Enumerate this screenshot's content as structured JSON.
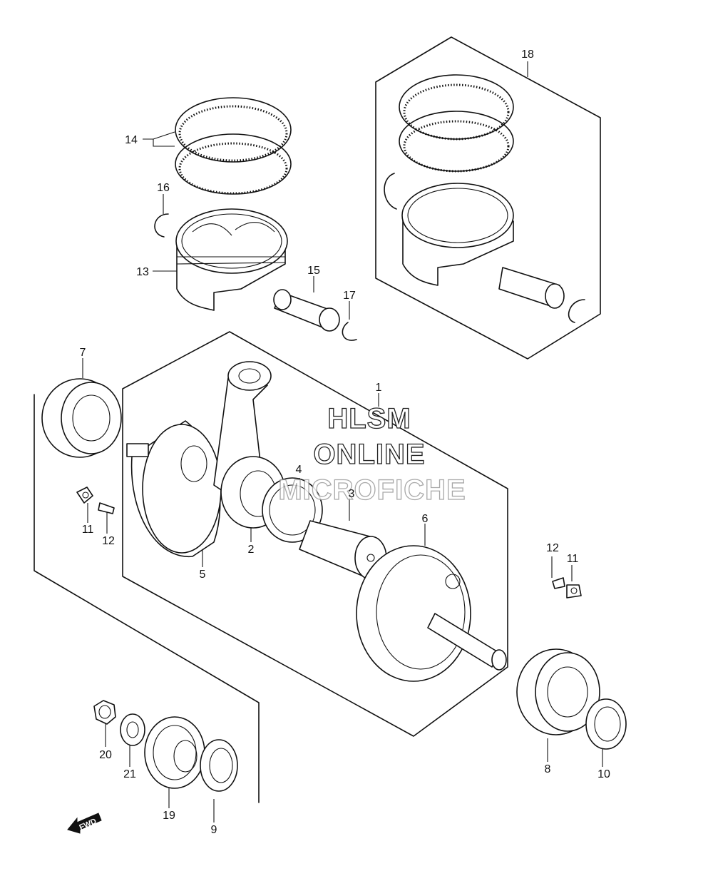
{
  "callouts": [
    {
      "id": "p1",
      "text": "1"
    },
    {
      "id": "p2",
      "text": "2"
    },
    {
      "id": "p3",
      "text": "3"
    },
    {
      "id": "p4",
      "text": "4"
    },
    {
      "id": "p5",
      "text": "5"
    },
    {
      "id": "p6",
      "text": "6"
    },
    {
      "id": "p7",
      "text": "7"
    },
    {
      "id": "p8",
      "text": "8"
    },
    {
      "id": "p9",
      "text": "9"
    },
    {
      "id": "p10",
      "text": "10"
    },
    {
      "id": "p11a",
      "text": "11"
    },
    {
      "id": "p11b",
      "text": "11"
    },
    {
      "id": "p12a",
      "text": "12"
    },
    {
      "id": "p12b",
      "text": "12"
    },
    {
      "id": "p13",
      "text": "13"
    },
    {
      "id": "p14",
      "text": "14"
    },
    {
      "id": "p15",
      "text": "15"
    },
    {
      "id": "p16",
      "text": "16"
    },
    {
      "id": "p17",
      "text": "17"
    },
    {
      "id": "p18",
      "text": "18"
    },
    {
      "id": "p19",
      "text": "19"
    },
    {
      "id": "p20",
      "text": "20"
    },
    {
      "id": "p21",
      "text": "21"
    }
  ],
  "watermark": {
    "line1": "HLSM",
    "line2": "ONLINE",
    "line3": "MICROFICHE"
  },
  "direction_marker": {
    "text": "FWD",
    "icon": "forward-arrow-icon"
  }
}
